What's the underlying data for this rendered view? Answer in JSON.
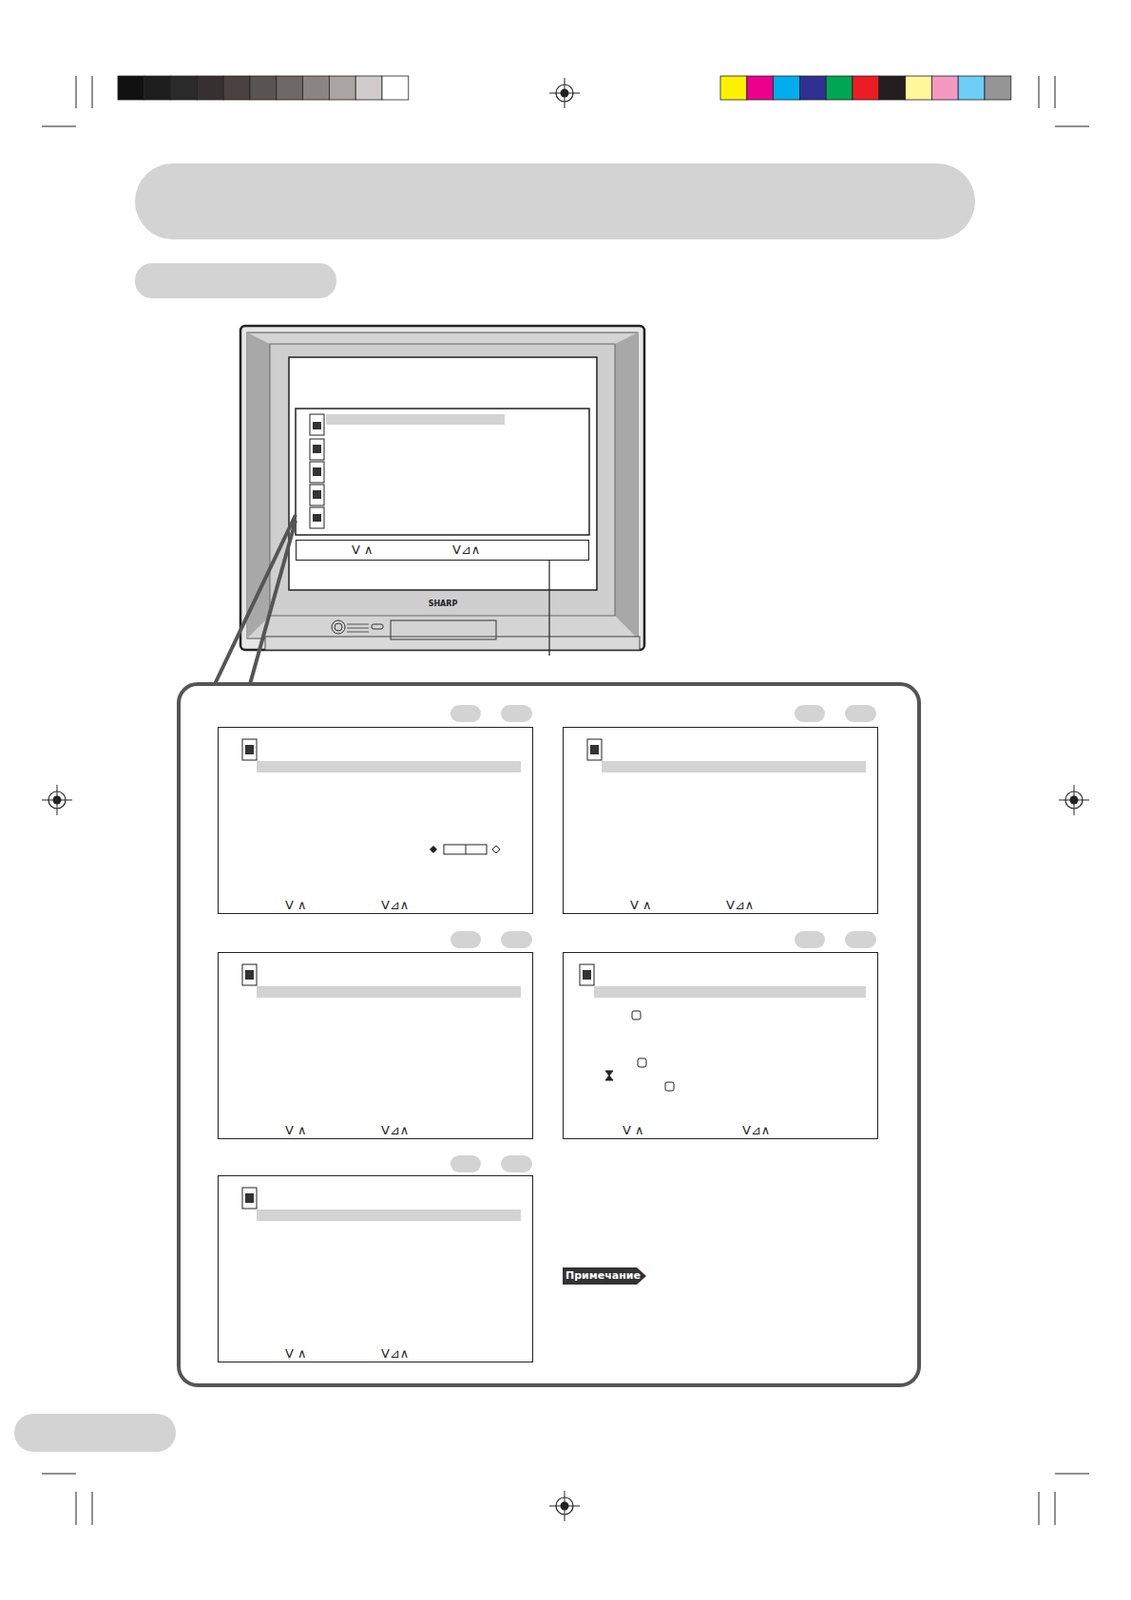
{
  "diagram": {
    "nodes": [
      {
        "text": [
          "V ∧",
          "V⊿∧"
        ]
      },
      {
        "text": [
          "V ∧",
          "V⊿∧"
        ]
      },
      {
        "text": [
          "V ∧",
          "V⊿∧"
        ]
      },
      {
        "text": [
          "V ∧",
          "V⊿∧"
        ]
      },
      {
        "text": [
          "V ∧",
          "V⊿∧"
        ]
      },
      {
        "text": [
          "V ∧",
          "V⊿∧"
        ]
      },
      {
        "text": [
          "Примечание"
        ]
      }
    ],
    "labels": [
      "SHARP"
    ]
  }
}
